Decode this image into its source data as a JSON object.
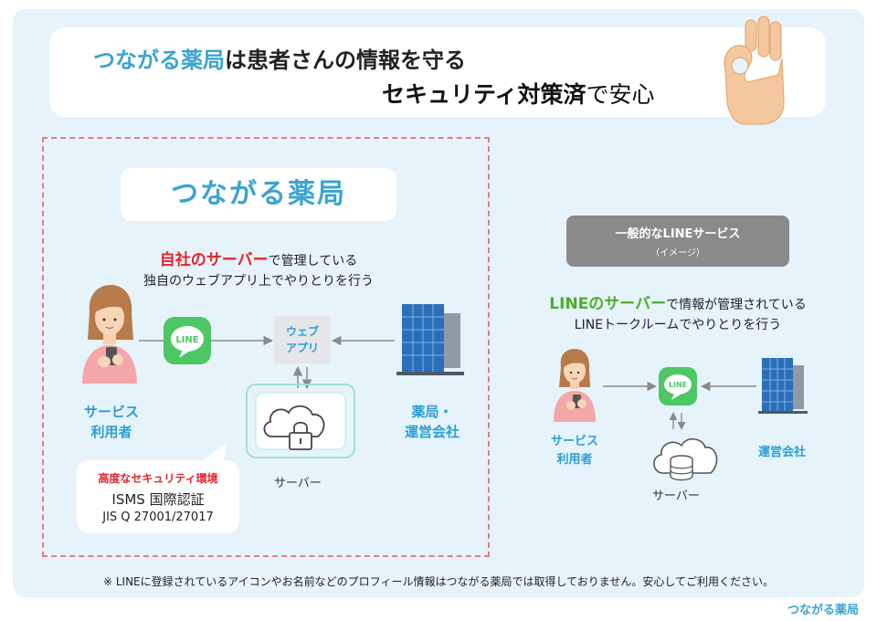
{
  "header": {
    "brand": "つながる薬局",
    "line1_rest": "は患者さんの情報を守る",
    "line2_bold": "セキュリティ対策済",
    "line2_rest": "で安心"
  },
  "left": {
    "brand": "つながる薬局",
    "desc_highlight": "自社のサーバー",
    "desc_rest": "で管理している",
    "desc_line2": "独自のウェブアプリ上でやりとりを行う",
    "webapp_line1": "ウェブ",
    "webapp_line2": "アプリ",
    "user_label_1": "サービス",
    "user_label_2": "利用者",
    "pharmacy_label_1": "薬局・",
    "pharmacy_label_2": "運営会社",
    "server_label": "サーバー",
    "line_icon_text": "LINE",
    "security": {
      "title": "高度なセキュリティ環境",
      "line1": "ISMS 国際認証",
      "line2": "JIS Q 27001/27017"
    }
  },
  "right": {
    "box_title": "一般的なLINEサービス",
    "box_sub": "（イメージ）",
    "desc_highlight": "LINEのサーバー",
    "desc_rest": "で情報が管理されている",
    "desc_line2": "LINEトークルームでやりとりを行う",
    "user_label_1": "サービス",
    "user_label_2": "利用者",
    "company_label": "運営会社",
    "server_label": "サーバー",
    "line_icon_text": "LINE"
  },
  "footnote": "※ LINEに登録されているアイコンやお名前などのプロフィール情報はつながる薬局では取得しておりません。安心してご利用ください。",
  "footer_brand": "つながる薬局",
  "colors": {
    "brand_blue": "#3ba4d0",
    "label_cyan": "#2a9fd6",
    "alert_red": "#e5242a",
    "line_green": "#4caf2c",
    "dash_pink": "#e2807e",
    "panel_bg": "#e6f3fa"
  }
}
